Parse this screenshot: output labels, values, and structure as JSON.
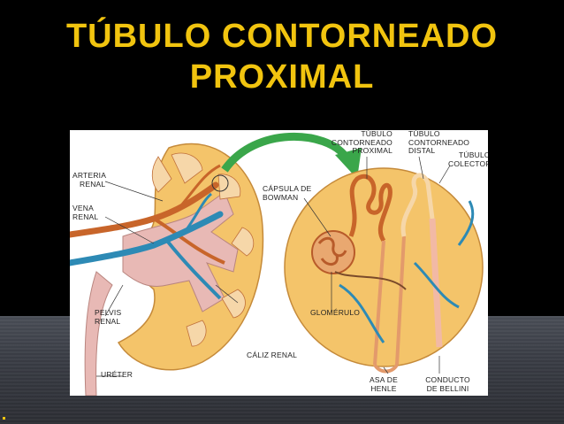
{
  "slide": {
    "title_line1": "TÚBULO CONTORNEADO",
    "title_line2": "PROXIMAL",
    "title_color": "#f1c40f"
  },
  "figure": {
    "labels": {
      "arteria": "ARTERIA",
      "renal_a": "RENAL",
      "vena": "VENA",
      "renal_v": "RENAL",
      "pelvis": "PELVIS",
      "renal_p": "RENAL",
      "ureter": "URÉTER",
      "tubulo1": "TÚBULO",
      "contorneado1": "CONTORNEADO",
      "proximal": "PROXIMAL",
      "tubulo2": "TÚBULO",
      "contorneado2": "CONTORNEADO",
      "distal": "DISTAL",
      "tubulo3": "TÚBULO",
      "colector": "COLECTOR",
      "capsula": "CÁPSULA DE",
      "bowman": "BOWMAN",
      "glomerulo": "GLOMÉRULO",
      "caliz": "CÁLIZ RENAL",
      "asa": "ASA DE",
      "henle": "HENLE",
      "conducto": "CONDUCTO",
      "bellini": "DE BELLINI"
    },
    "colors": {
      "kidney_cortex": "#f4c46a",
      "pelvis": "#e8b9b5",
      "artery": "#c8652a",
      "vein": "#2d8ab5",
      "arrow": "#3aa64a"
    }
  }
}
